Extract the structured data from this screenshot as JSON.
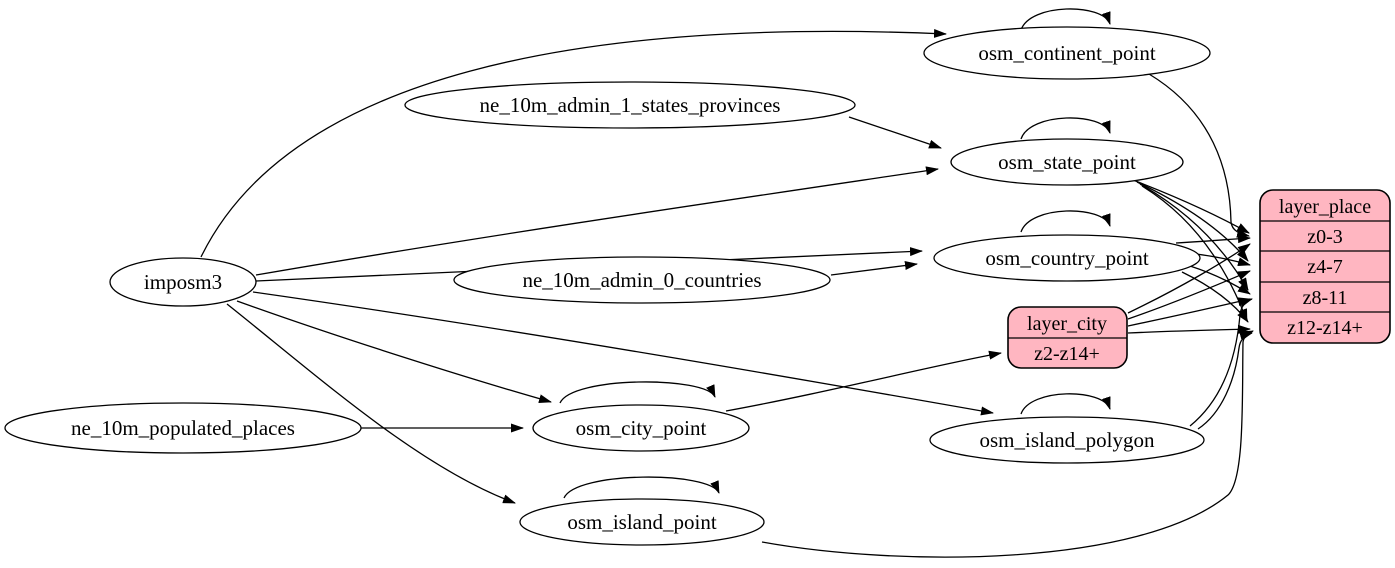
{
  "nodes": {
    "imposm3": {
      "label": "imposm3"
    },
    "ne_10m_admin_1_states_provinces": {
      "label": "ne_10m_admin_1_states_provinces"
    },
    "ne_10m_admin_0_countries": {
      "label": "ne_10m_admin_0_countries"
    },
    "ne_10m_populated_places": {
      "label": "ne_10m_populated_places"
    },
    "osm_continent_point": {
      "label": "osm_continent_point"
    },
    "osm_state_point": {
      "label": "osm_state_point"
    },
    "osm_country_point": {
      "label": "osm_country_point"
    },
    "osm_city_point": {
      "label": "osm_city_point"
    },
    "osm_island_polygon": {
      "label": "osm_island_polygon"
    },
    "osm_island_point": {
      "label": "osm_island_point"
    }
  },
  "records": {
    "layer_place": {
      "title": "layer_place",
      "rows": [
        "z0-3",
        "z4-7",
        "z8-11",
        "z12-z14+"
      ]
    },
    "layer_city": {
      "title": "layer_city",
      "rows": [
        "z2-z14+"
      ]
    }
  },
  "edges": [
    {
      "from": "imposm3",
      "to": "osm_continent_point"
    },
    {
      "from": "imposm3",
      "to": "osm_state_point"
    },
    {
      "from": "imposm3",
      "to": "osm_country_point"
    },
    {
      "from": "imposm3",
      "to": "osm_city_point"
    },
    {
      "from": "imposm3",
      "to": "osm_island_polygon"
    },
    {
      "from": "imposm3",
      "to": "osm_island_point"
    },
    {
      "from": "ne_10m_admin_1_states_provinces",
      "to": "osm_state_point"
    },
    {
      "from": "ne_10m_admin_0_countries",
      "to": "osm_country_point"
    },
    {
      "from": "ne_10m_populated_places",
      "to": "osm_city_point"
    },
    {
      "from": "osm_continent_point",
      "to": "osm_continent_point"
    },
    {
      "from": "osm_state_point",
      "to": "osm_state_point"
    },
    {
      "from": "osm_country_point",
      "to": "osm_country_point"
    },
    {
      "from": "osm_city_point",
      "to": "osm_city_point"
    },
    {
      "from": "osm_island_polygon",
      "to": "osm_island_polygon"
    },
    {
      "from": "osm_island_point",
      "to": "osm_island_point"
    },
    {
      "from": "osm_continent_point",
      "to": "layer_place:z0-3"
    },
    {
      "from": "osm_state_point",
      "to": "layer_place:z0-3"
    },
    {
      "from": "osm_state_point",
      "to": "layer_place:z4-7"
    },
    {
      "from": "osm_state_point",
      "to": "layer_place:z8-11"
    },
    {
      "from": "osm_state_point",
      "to": "layer_place:z12-z14+"
    },
    {
      "from": "osm_country_point",
      "to": "layer_place:z0-3"
    },
    {
      "from": "osm_country_point",
      "to": "layer_place:z4-7"
    },
    {
      "from": "osm_country_point",
      "to": "layer_place:z8-11"
    },
    {
      "from": "osm_country_point",
      "to": "layer_place:z12-z14+"
    },
    {
      "from": "osm_city_point",
      "to": "layer_city:z2-z14+"
    },
    {
      "from": "layer_city",
      "to": "layer_place:z0-3"
    },
    {
      "from": "layer_city",
      "to": "layer_place:z4-7"
    },
    {
      "from": "layer_city",
      "to": "layer_place:z8-11"
    },
    {
      "from": "layer_city",
      "to": "layer_place:z12-z14+"
    },
    {
      "from": "osm_island_polygon",
      "to": "layer_place:z8-11"
    },
    {
      "from": "osm_island_polygon",
      "to": "layer_place:z12-z14+"
    },
    {
      "from": "osm_island_point",
      "to": "layer_place:z12-z14+"
    }
  ],
  "colors": {
    "record_fill": "#ffb6c1",
    "node_fill": "#ffffff",
    "stroke": "#000000",
    "background": "#ffffff"
  }
}
